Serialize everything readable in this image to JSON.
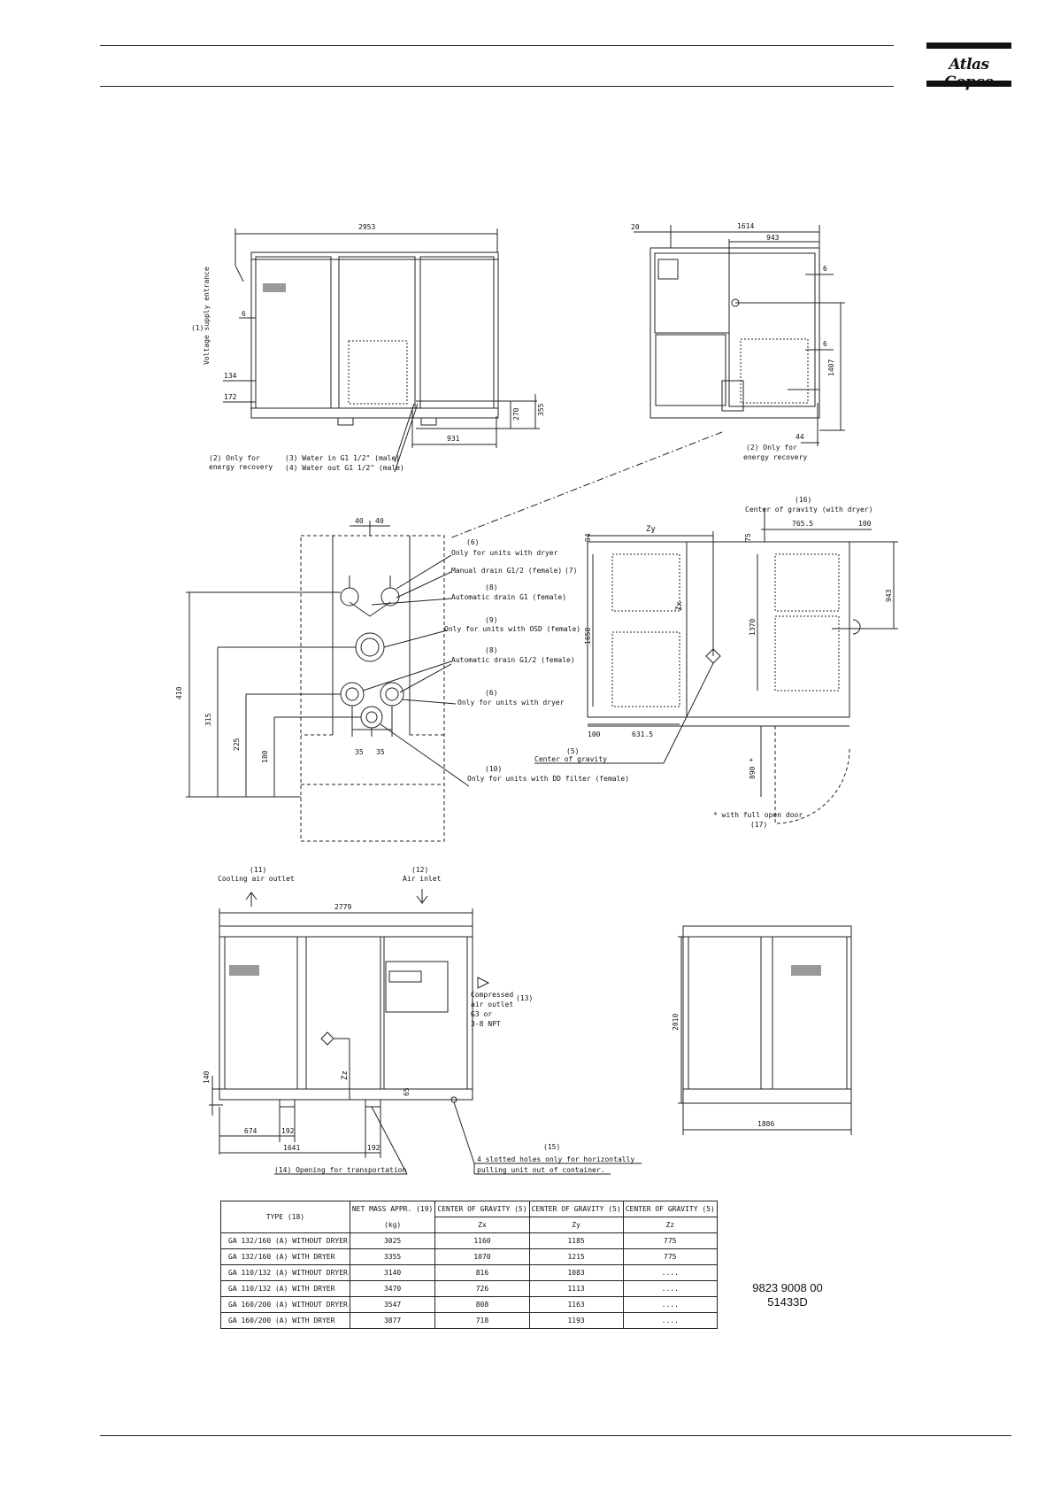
{
  "brand": {
    "logo": "Atlas Copco"
  },
  "document": {
    "number": "9823 9008 00",
    "drawing_code": "51433D"
  },
  "views": {
    "front_top": {
      "dims": {
        "width": "2953",
        "d6": "6",
        "d134": "134",
        "d172": "172",
        "d270": "270",
        "d355": "355",
        "d931": "931"
      },
      "callouts": {
        "c1_num": "(1)",
        "c1_text": "Voltage supply entrance",
        "c2": "(2)  Only for",
        "c2b": "energy recovery",
        "c3": "(3)  Water in G1 1/2\" (male)",
        "c4": "(4)  Water out G1 1/2\" (male)"
      }
    },
    "side_top": {
      "dims": {
        "d20": "20",
        "d1614": "1614",
        "d943": "943",
        "d6a": "6",
        "d6b": "6",
        "d1407": "1407",
        "d44": "44"
      },
      "callouts": {
        "c2": "(2)  Only for",
        "c2b": "energy recovery"
      }
    },
    "detail": {
      "dims": {
        "d40a": "40",
        "d40b": "40",
        "d410": "410",
        "d315": "315",
        "d225": "225",
        "d180": "180",
        "d35a": "35",
        "d35b": "35"
      },
      "callouts": [
        {
          "num": "(6)",
          "text": "Only for units with dryer"
        },
        {
          "num": "(7)",
          "text": "Manual drain G1/2 (female)"
        },
        {
          "num": "(8)",
          "text": "Automatic drain G1 (female)"
        },
        {
          "num": "(9)",
          "text": "Only for units with OSD (female)"
        },
        {
          "num": "(8)",
          "text": "Automatic drain G1/2 (female)"
        },
        {
          "num": "(6)",
          "text": "Only for units with dryer"
        },
        {
          "num": "(10)",
          "text": "Only for units with DD filter (female)"
        }
      ]
    },
    "top_view": {
      "dims": {
        "zy": "Zy",
        "zx": "Zx",
        "d94": "94",
        "d1658": "1658",
        "d100a": "100",
        "d631": "631.5",
        "d75": "75",
        "d1370": "1370",
        "d765": "765.5",
        "d100b": "100",
        "d943": "943",
        "d890": "890 *"
      },
      "callouts": {
        "c16_num": "(16)",
        "c16_text": "Center of gravity (with dryer)",
        "c5_num": "(5)",
        "c5_text": "Center of gravity",
        "note": "* with full open door",
        "note_num": "(17)"
      }
    },
    "rear": {
      "dims": {
        "d2779": "2779",
        "d140": "140",
        "d65": "65",
        "zz": "Zz",
        "d674": "674",
        "d192a": "192",
        "d1641": "1641",
        "d192b": "192"
      },
      "callouts": {
        "c11_num": "(11)",
        "c11_text": "Cooling air outlet",
        "c12_num": "(12)",
        "c12_text": "Air inlet",
        "c13_num": "(13)",
        "c13_text": "Compressed",
        "c13_text2": "air outlet",
        "c13_text3": "G3 or",
        "c13_text4": "3-8 NPT",
        "c14": "(14)  Opening for transportation",
        "c15_num": "(15)",
        "c15_text": "4 slotted holes only for horizontally",
        "c15_text2": "pulling unit out of container."
      }
    },
    "end_view": {
      "dims": {
        "d2010": "2010",
        "d1886": "1886"
      }
    }
  },
  "table": {
    "headers": {
      "type": "TYPE   (18)",
      "mass": "NET MASS APPR. (19)",
      "mass_unit": "(kg)",
      "cg": "CENTER OF GRAVITY (5)",
      "zx": "Zx",
      "zy": "Zy",
      "zz": "Zz"
    },
    "rows": [
      [
        "GA 132/160 (A) WITHOUT DRYER",
        "3025",
        "1160",
        "1185",
        "775"
      ],
      [
        "GA 132/160 (A) WITH DRYER",
        "3355",
        "1070",
        "1215",
        "775"
      ],
      [
        "GA 110/132 (A) WITHOUT DRYER",
        "3140",
        "816",
        "1083",
        "...."
      ],
      [
        "GA 110/132 (A) WITH DRYER",
        "3470",
        "726",
        "1113",
        "...."
      ],
      [
        "GA 160/200 (A) WITHOUT DRYER",
        "3547",
        "808",
        "1163",
        "...."
      ],
      [
        "GA 160/200 (A) WITH DRYER",
        "3877",
        "718",
        "1193",
        "...."
      ]
    ]
  }
}
